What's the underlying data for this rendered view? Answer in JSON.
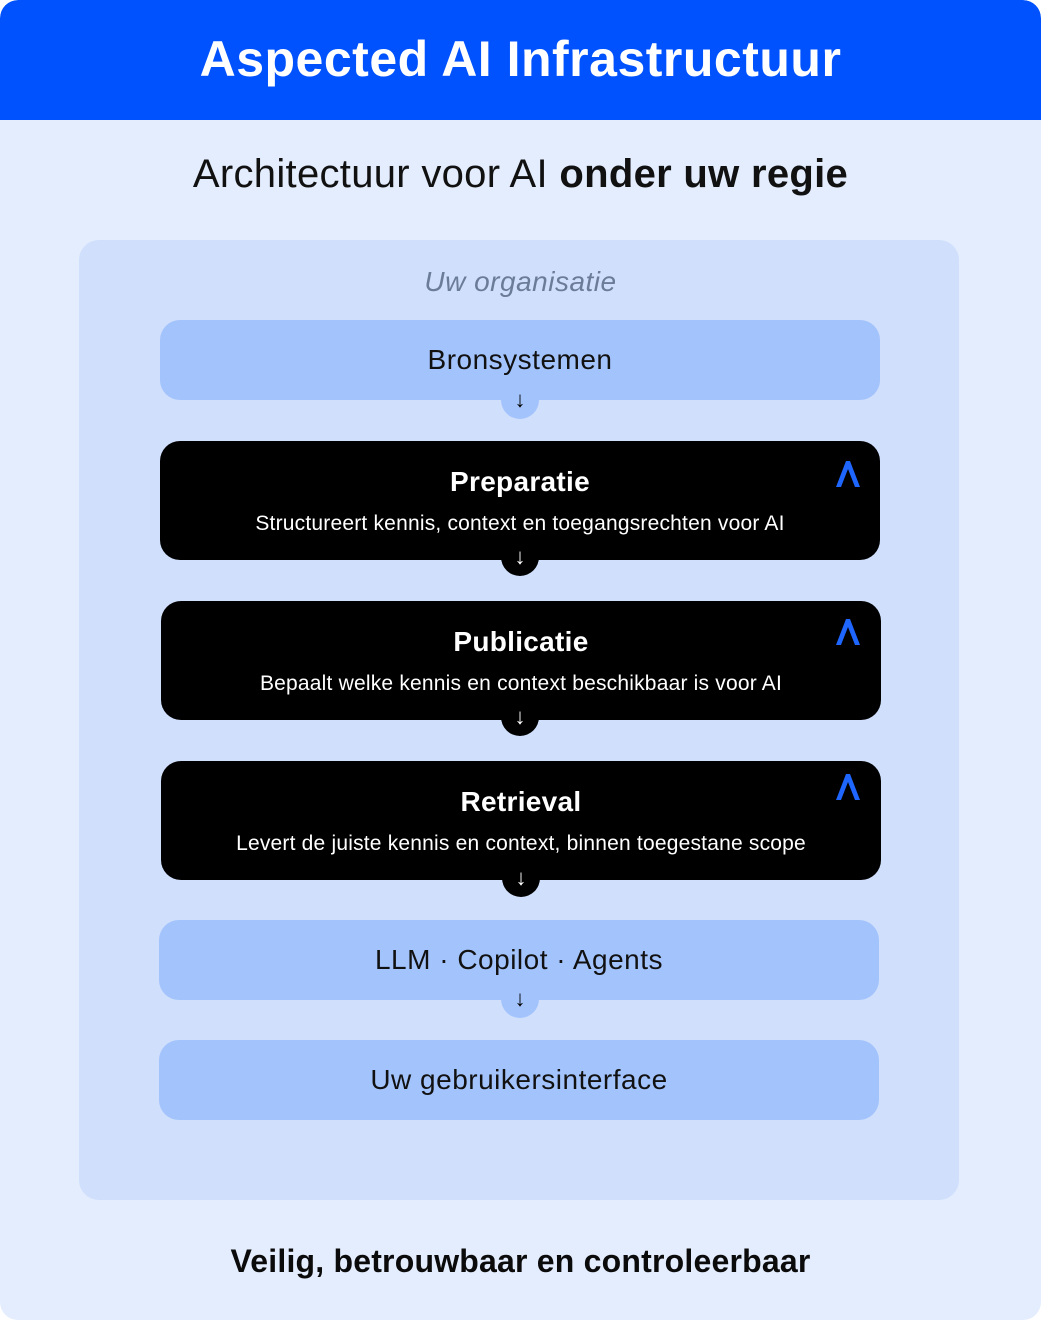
{
  "header": {
    "title": "Aspected AI Infrastructuur"
  },
  "subtitle": {
    "regular": "Architectuur voor AI ",
    "bold": "onder uw regie"
  },
  "organization": {
    "label": "Uw organisatie"
  },
  "steps": [
    {
      "label": "Bronsystemen"
    },
    {
      "title": "Preparatie",
      "description": "Structureert kennis, context en toegangsrechten voor AI"
    },
    {
      "title": "Publicatie",
      "description": "Bepaalt welke kennis en context beschikbaar is voor AI"
    },
    {
      "title": "Retrieval",
      "description": "Levert de juiste kennis en context, binnen toegestane scope"
    },
    {
      "label": "LLM · Copilot · Agents"
    },
    {
      "label": "Uw gebruikersinterface"
    }
  ],
  "arrow_glyph": "↓",
  "footer": {
    "text": "Veilig, betrouwbaar en controleerbaar"
  },
  "colors": {
    "brand_blue": "#0052ff",
    "page_bg": "#e3edfd",
    "org_bg": "#cfdffc",
    "light_box": "#a3c3fc",
    "dark_box": "#000000",
    "logo_blue": "#1f66ff"
  },
  "icons": {
    "aspected_logo": "aspected-logo-icon",
    "flow_arrow": "arrow-down-icon"
  }
}
